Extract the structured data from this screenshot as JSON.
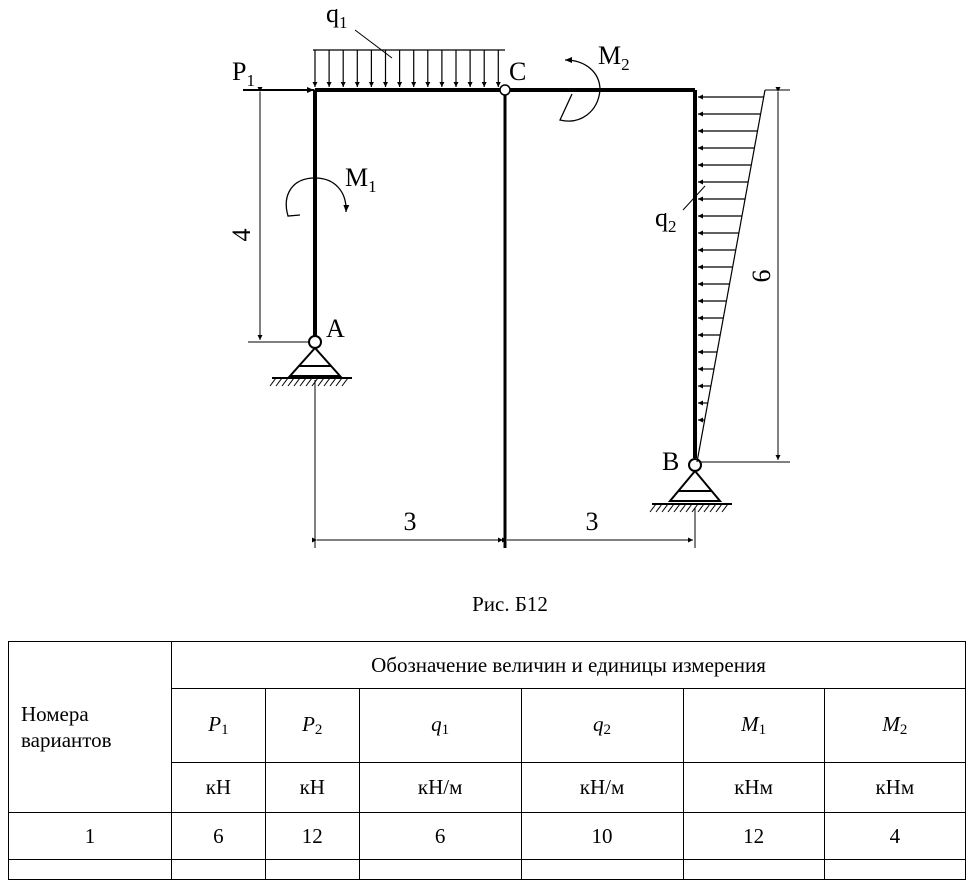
{
  "figure": {
    "labels": {
      "P1": "P",
      "P1_sub": "1",
      "q1": "q",
      "q1_sub": "1",
      "q2": "q",
      "q2_sub": "2",
      "M1": "M",
      "M1_sub": "1",
      "M2": "M",
      "M2_sub": "2",
      "A": "A",
      "B": "B",
      "C": "C"
    },
    "dimensions": {
      "left_height": "4",
      "right_height": "6",
      "span_left": "3",
      "span_right": "3"
    },
    "caption": "Рис. Б12"
  },
  "table": {
    "row_header": "Номера вариантов",
    "group_header": "Обозначение величин и единицы измерения",
    "columns": [
      {
        "symbol": "P",
        "sub": "1",
        "unit": "кН"
      },
      {
        "symbol": "P",
        "sub": "2",
        "unit": "кН"
      },
      {
        "symbol": "q",
        "sub": "1",
        "unit": "кН/м"
      },
      {
        "symbol": "q",
        "sub": "2",
        "unit": "кН/м"
      },
      {
        "symbol": "M",
        "sub": "1",
        "unit": "кНм"
      },
      {
        "symbol": "M",
        "sub": "2",
        "unit": "кНм"
      }
    ],
    "rows": [
      {
        "variant": "1",
        "values": [
          "6",
          "12",
          "6",
          "10",
          "12",
          "4"
        ]
      }
    ]
  }
}
